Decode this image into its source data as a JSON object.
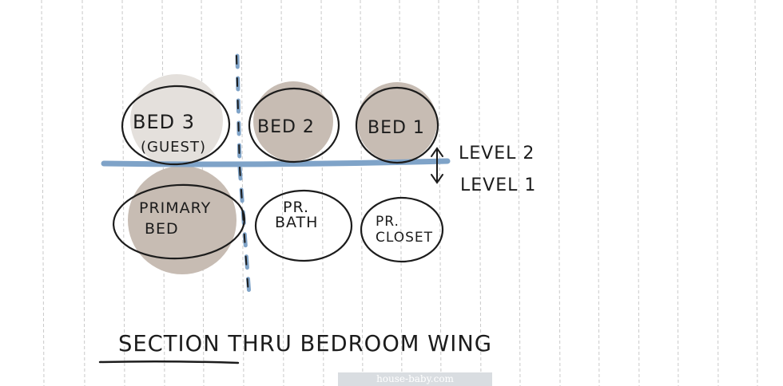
{
  "colors": {
    "paper": "#ffffff",
    "grid_line": "#c9c9c9",
    "ink": "#1c1c1c",
    "floor_line": "#7fa3c8",
    "fill_dark": "#c7bcb3",
    "fill_light": "#e4e0dc"
  },
  "diagram": {
    "rooms": {
      "bed3": "BED 3",
      "bed3_note": "(GUEST)",
      "bed2": "BED 2",
      "bed1": "BED 1",
      "primary_bed_line1": "PRIMARY",
      "primary_bed_line2": "BED",
      "pr_bath_line1": "PR.",
      "pr_bath_line2": "BATH",
      "pr_closet_line1": "PR.",
      "pr_closet_line2": "CLOSET"
    },
    "levels": {
      "upper": "LEVEL 2",
      "lower": "LEVEL 1"
    },
    "title": "SECTION THRU BEDROOM WING"
  },
  "watermark": "house-baby.com"
}
